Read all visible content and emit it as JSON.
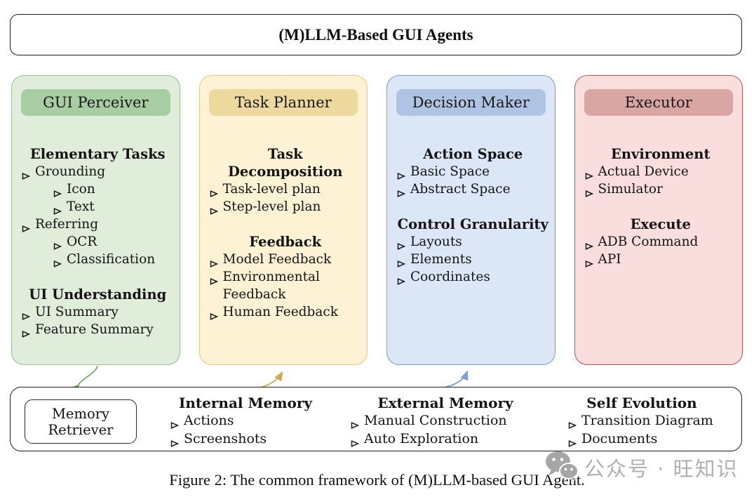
{
  "title": "(M)LLM-Based GUI Agents",
  "columns": [
    {
      "header": "GUI Perceiver",
      "colors": {
        "bg": "#e0edda",
        "border": "#9dc18f",
        "badge": "#a9cda2"
      },
      "sections": [
        {
          "heading": "Elementary Tasks",
          "items": [
            {
              "text": "Grounding",
              "level": 1
            },
            {
              "text": "Icon",
              "level": 2
            },
            {
              "text": "Text",
              "level": 2
            },
            {
              "text": "Referring",
              "level": 1
            },
            {
              "text": "OCR",
              "level": 2
            },
            {
              "text": "Classification",
              "level": 2
            }
          ]
        },
        {
          "heading": "UI Understanding",
          "items": [
            {
              "text": "UI Summary",
              "level": 1
            },
            {
              "text": "Feature Summary",
              "level": 1
            }
          ]
        }
      ]
    },
    {
      "header": "Task Planner",
      "colors": {
        "bg": "#fdf3d4",
        "border": "#e3c981",
        "badge": "#edd89e"
      },
      "sections": [
        {
          "heading": "Task Decomposition",
          "items": [
            {
              "text": "Task-level plan",
              "level": 1
            },
            {
              "text": "Step-level plan",
              "level": 1
            }
          ]
        },
        {
          "heading": "Feedback",
          "items": [
            {
              "text": "Model Feedback",
              "level": 1
            },
            {
              "text": "Environmental Feedback",
              "level": 1
            },
            {
              "text": "Human Feedback",
              "level": 1
            }
          ]
        }
      ]
    },
    {
      "header": "Decision Maker",
      "colors": {
        "bg": "#dbe7f6",
        "border": "#7b9dd4",
        "badge": "#aec4e2"
      },
      "sections": [
        {
          "heading": "Action Space",
          "items": [
            {
              "text": "Basic Space",
              "level": 1
            },
            {
              "text": "Abstract Space",
              "level": 1
            }
          ]
        },
        {
          "heading": "Control Granularity",
          "items": [
            {
              "text": "Layouts",
              "level": 1
            },
            {
              "text": "Elements",
              "level": 1
            },
            {
              "text": "Coordinates",
              "level": 1
            }
          ]
        }
      ]
    },
    {
      "header": "Executor",
      "colors": {
        "bg": "#f9dedd",
        "border": "#c4534f",
        "badge": "#d9a6a4"
      },
      "sections": [
        {
          "heading": "Environment",
          "items": [
            {
              "text": "Actual Device",
              "level": 1
            },
            {
              "text": "Simulator",
              "level": 1
            }
          ]
        },
        {
          "heading": "Execute",
          "items": [
            {
              "text": "ADB Command",
              "level": 1
            },
            {
              "text": "API",
              "level": 1
            }
          ]
        }
      ]
    }
  ],
  "memory": {
    "retriever_label": "Memory Retriever",
    "groups": [
      {
        "heading": "Internal Memory",
        "items": [
          "Actions",
          "Screenshots"
        ]
      },
      {
        "heading": "External Memory",
        "items": [
          "Manual Construction",
          "Auto Exploration"
        ]
      },
      {
        "heading": "Self Evolution",
        "items": [
          "Transition Diagram",
          "Documents"
        ]
      }
    ]
  },
  "arrows": [
    {
      "from": "gui-perceiver",
      "to": "memory-retriever",
      "color": "#6fa75a",
      "direction": "down"
    },
    {
      "from": "memory-strip",
      "to": "task-planner",
      "color": "#d0a94e",
      "direction": "up"
    },
    {
      "from": "memory-strip",
      "to": "decision-maker",
      "color": "#7f9ed2",
      "direction": "up"
    }
  ],
  "caption": "Figure 2: The common framework of (M)LLM-based GUI Agent.",
  "watermark": {
    "icon": "wechat-icon",
    "text": "公众号 · 旺知识",
    "color": "#b0b0b0"
  },
  "bullet_glyph": "➢"
}
